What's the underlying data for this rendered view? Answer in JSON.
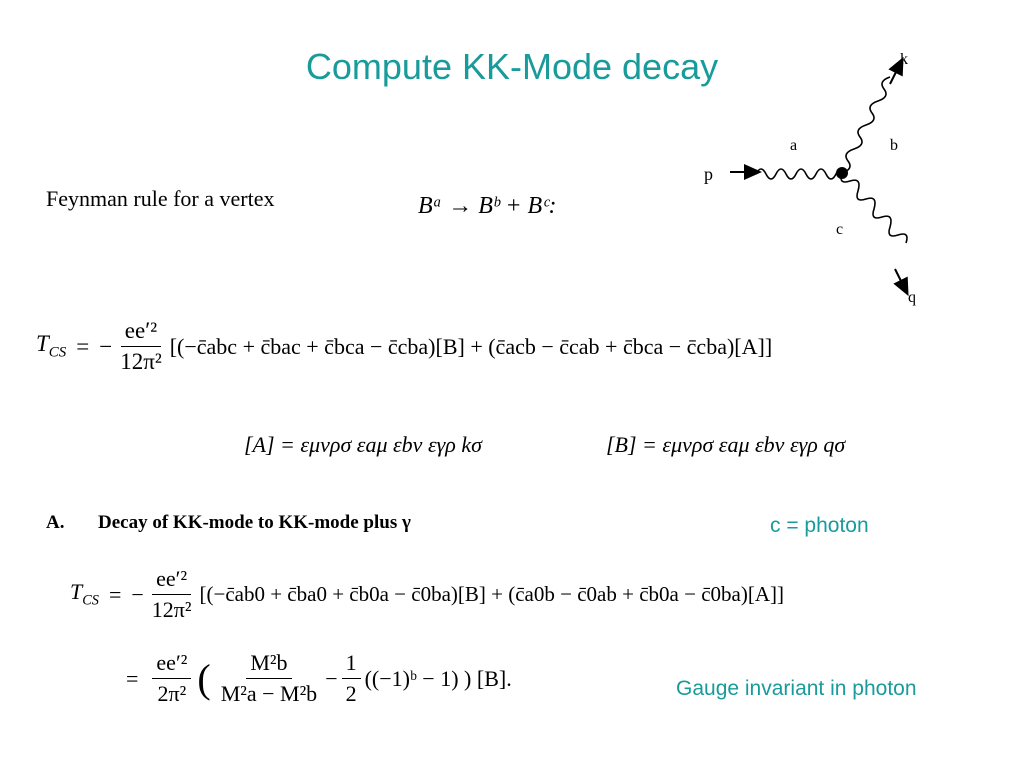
{
  "slide": {
    "title": "Compute KK-Mode decay",
    "feynman_rule_text": "Feynman rule for a vertex",
    "vertex_process": "Bᵃ → Bᵇ + Bᶜ:",
    "diagram_labels": {
      "p": "p",
      "a": "a",
      "b": "b",
      "c": "c",
      "k": "k",
      "q": "q"
    },
    "tcs_lhs": "T",
    "tcs_sub": "CS",
    "eq_sign": "=",
    "frac1_num": "ee′²",
    "frac1_den": "12π²",
    "tcs_general_body": "[(−c̄abc + c̄bac + c̄bca − c̄cba)[B] + (c̄acb − c̄cab + c̄bca − c̄cba)[A]]",
    "a_def": "[A] = εμνρσ εaμ εbν εγρ kσ",
    "b_def": "[B] = εμνρσ εaμ εbν εγρ qσ",
    "section_label": "A.",
    "section_title": "Decay of KK-mode to KK-mode plus γ",
    "note_photon": "c = photon",
    "tcs_photon_body": "[(−c̄ab0 + c̄ba0 + c̄b0a − c̄0ba)[B] + (c̄a0b − c̄0ab + c̄b0a − c̄0ba)[A]]",
    "frac2_num": "ee′²",
    "frac2_den": "2π²",
    "mass_num": "M²b",
    "mass_den": "M²a − M²b",
    "half_num": "1",
    "half_den": "2",
    "result_tail": "((−1)ᵇ − 1) ) [B].",
    "note_gauge": "Gauge invariant in photon"
  }
}
